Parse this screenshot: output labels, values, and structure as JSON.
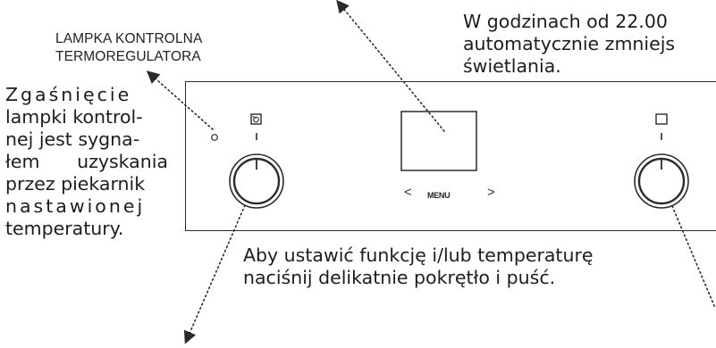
{
  "lamp_label": {
    "line1": "LAMPKA KONTROLNA",
    "line2": "TERMOREGULATORA"
  },
  "left_note": {
    "lines": [
      "Zgaśnięcie",
      "lampki kontrol-",
      "nej jest sygna-",
      "łem uzyskania",
      "przez piekarnik",
      "nastawionej",
      "temperatury."
    ]
  },
  "top_note": {
    "lines": [
      "W godzinach od 22.00",
      "automatycznie zmniejs",
      "świetlania."
    ]
  },
  "bottom_note": {
    "lines": [
      "Aby ustawić funkcję i/lub temperaturę",
      "naciśnij delikatnie pokrętło i puść."
    ]
  },
  "panel": {
    "menu_label": "MENU",
    "prev_arrow": "<",
    "next_arrow": ">",
    "left_knob_icon": "oven-function-icon",
    "right_knob_icon": "square-window-icon"
  },
  "colors": {
    "line": "#2b2b2b",
    "text": "#1d1d1d"
  }
}
